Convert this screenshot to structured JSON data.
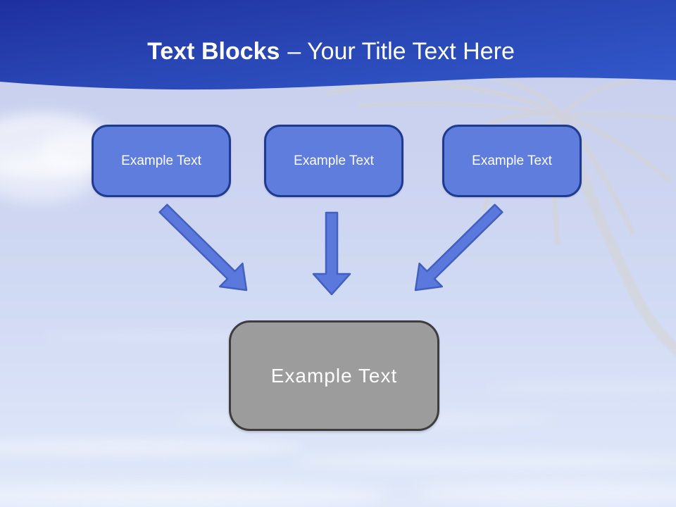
{
  "slide": {
    "title": {
      "bold": "Text Blocks",
      "rest": "– Your Title Text Here"
    }
  },
  "blocks": [
    {
      "label": "Example Text"
    },
    {
      "label": "Example Text"
    },
    {
      "label": "Example Text"
    }
  ],
  "result_block": {
    "label": "Example Text"
  },
  "icons": {
    "connectors": [
      "arrow-down-right-icon",
      "arrow-down-icon",
      "arrow-down-left-icon"
    ],
    "background": [
      "palm-tree-image",
      "cloud-shapes"
    ]
  },
  "colors": {
    "header_gradient_start": "#1e2f9e",
    "header_gradient_mid": "#2946b4",
    "header_gradient_end": "#3157c9",
    "title_text": "#ffffff",
    "block_fill": "#5e7ddd",
    "block_border": "#203a8f",
    "block_text": "#ffffff",
    "arrow_fill": "#5b79dd",
    "arrow_border": "#4160bf",
    "result_fill": "#9c9c9c",
    "result_border": "#3d3d3d",
    "sky_top": "#c7ceec",
    "sky_bottom": "#e0e8f9"
  }
}
